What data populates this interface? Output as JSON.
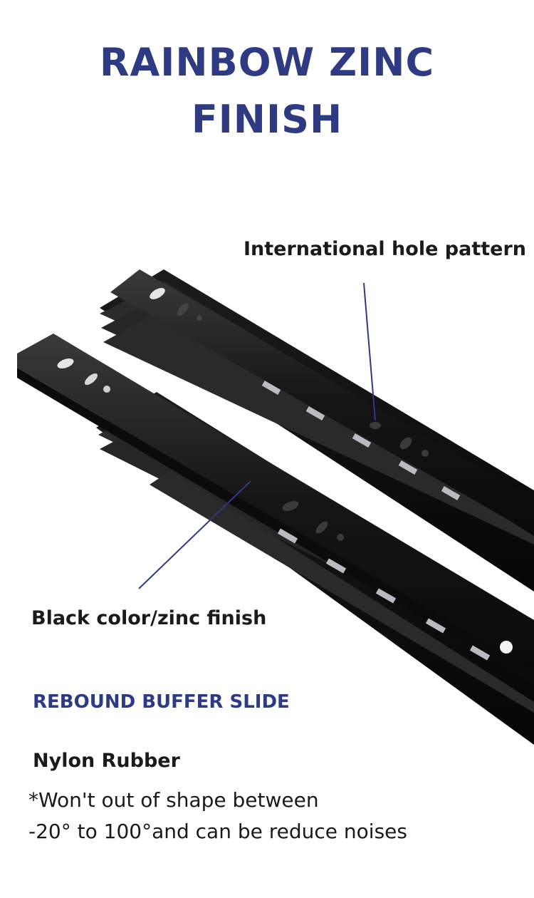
{
  "heading": {
    "line1": "RAINBOW ZINC",
    "line2": "FINISH"
  },
  "callouts": {
    "hole_pattern": "International hole pattern",
    "finish": "Black color/zinc finish"
  },
  "product": {
    "name": "REBOUND BUFFER SLIDE",
    "feature_title": "Nylon Rubber",
    "description_line1": "*Won't out of shape between",
    "description_line2": "-20° to 100°and can be reduce noises"
  },
  "colors": {
    "accent": "#2e3b82",
    "text": "#1a1a1a",
    "slide_black": "#111111",
    "background": "#ffffff"
  }
}
